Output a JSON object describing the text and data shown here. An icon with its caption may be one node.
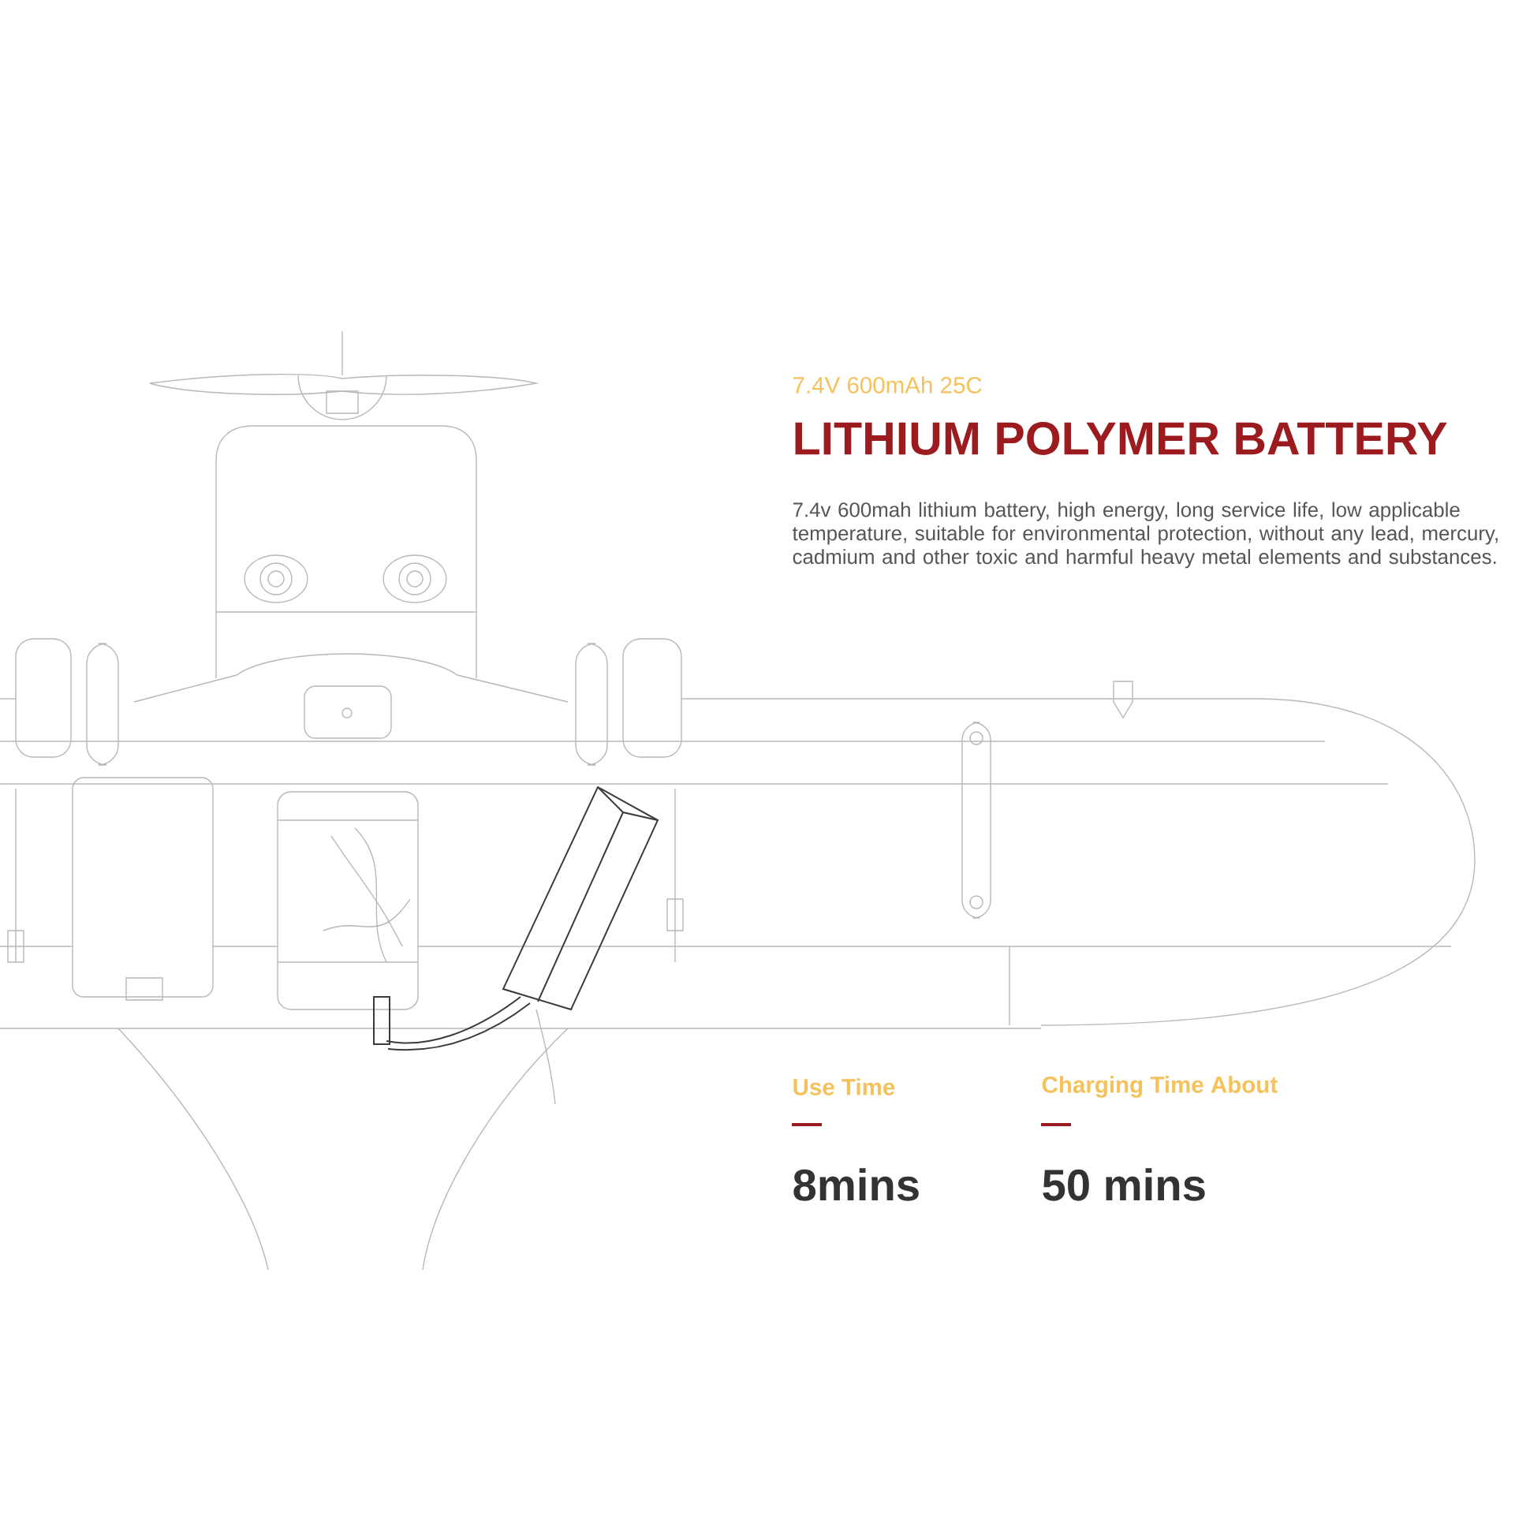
{
  "diagram": {
    "title": "LITHIUM POLYMER  BATTERY",
    "labels": [
      "7.4V 600mAh 25C",
      "7.4v 600mah lithium battery, high energy, long service life, low applicable temperature, suitable for environmental protection, without any lead, mercury, cadmium and other toxic and harmful heavy metal elements and substances.",
      "Use Time",
      "8mins",
      "Charging Time About",
      "50 mins"
    ]
  }
}
